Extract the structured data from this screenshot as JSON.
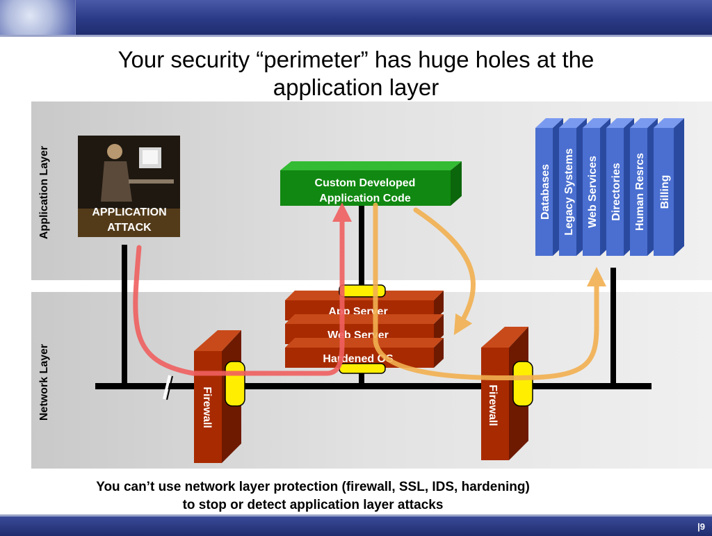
{
  "slide": {
    "title_line1": "Your security “perimeter” has huge holes at the",
    "title_line2": "application layer",
    "footnote_line1": "You can’t use network layer protection (firewall, SSL, IDS, hardening)",
    "footnote_line2": "to stop or detect application layer attacks",
    "page_number": "|9"
  },
  "diagram": {
    "layer_labels": {
      "application": "Application Layer",
      "network": "Network Layer"
    },
    "attack_label_line1": "APPLICATION",
    "attack_label_line2": "ATTACK",
    "custom_code_line1": "Custom Developed",
    "custom_code_line2": "Application Code",
    "server_stack": [
      "App Server",
      "Web Server",
      "Hardened OS"
    ],
    "firewall_label": "Firewall",
    "backend_systems": [
      "Databases",
      "Legacy Systems",
      "Web Services",
      "Directories",
      "Human Resrcs",
      "Billing"
    ],
    "colors": {
      "firewall": "#a82a00",
      "custom_code": "#118811",
      "backend": "#4a6fd0",
      "attack_path": "#f06060",
      "normal_path": "#f2b050",
      "connector": "#ffee00"
    }
  }
}
